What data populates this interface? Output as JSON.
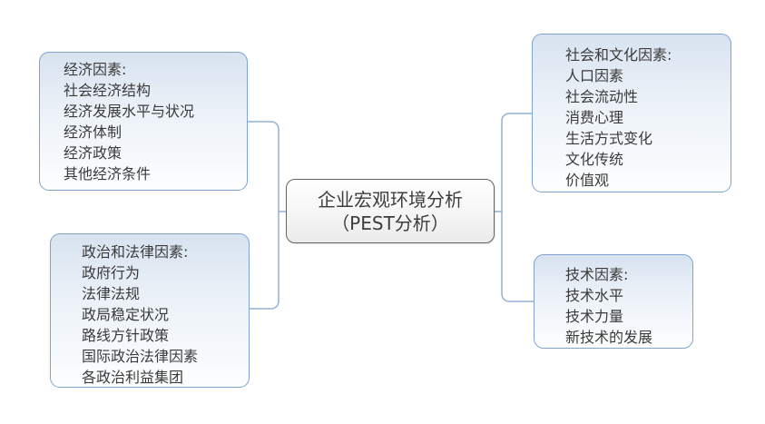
{
  "center": {
    "line1": "企业宏观环境分析",
    "line2": "（PEST分析）"
  },
  "boxes": {
    "economic": {
      "title": "经济因素:",
      "items": [
        "社会经济结构",
        "经济发展水平与状况",
        "经济体制",
        "经济政策",
        "其他经济条件"
      ]
    },
    "political": {
      "title": "政治和法律因素:",
      "items": [
        "政府行为",
        "法律法规",
        "政局稳定状况",
        "路线方针政策",
        "国际政治法律因素",
        "各政治利益集团"
      ]
    },
    "social": {
      "title": "社会和文化因素:",
      "items": [
        "人口因素",
        "社会流动性",
        "消费心理",
        "生活方式变化",
        "文化传统",
        "价值观"
      ]
    },
    "technological": {
      "title": "技术因素:",
      "items": [
        "技术水平",
        "技术力量",
        "新技术的发展"
      ]
    }
  },
  "colors": {
    "box_border": "#7fa3cd",
    "box_fill_top": "#d8e3f0",
    "box_fill_bottom": "#fdfeff",
    "connector": "#92b1d4",
    "center_border": "#646464",
    "center_fill_top": "#ffffff",
    "center_fill_bottom": "#ebebeb",
    "text": "#3b3b3b",
    "background": "#ffffff"
  }
}
